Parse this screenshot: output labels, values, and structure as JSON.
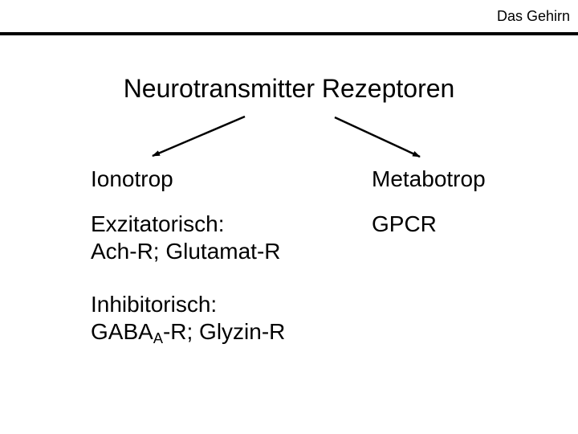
{
  "slide": {
    "header": {
      "label": "Das Gehirn"
    },
    "title": "Neurotransmitter Rezeptoren",
    "branches": {
      "left": {
        "heading": "Ionotrop",
        "groups": [
          {
            "line1": "Exzitatorisch:",
            "line2": "Ach-R; Glutamat-R"
          },
          {
            "line1": "Inhibitorisch:",
            "line2_pre": "GABA",
            "line2_sub": "A",
            "line2_post": "-R; Glyzin-R"
          }
        ]
      },
      "right": {
        "heading": "Metabotrop",
        "item": "GPCR"
      }
    },
    "colors": {
      "background": "#ffffff",
      "text": "#000000",
      "divider": "#000000"
    }
  }
}
